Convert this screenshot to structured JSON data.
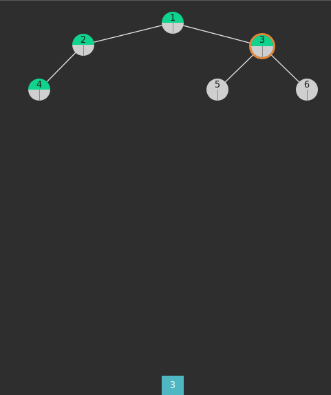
{
  "colors": {
    "background": "#2e2e2e",
    "node_marked": "#10d48e",
    "node_unmarked": "#cfcfcf",
    "edge": "#e6e6e6",
    "highlight_ring": "#e2873a",
    "indicator": "#4fb7c2"
  },
  "tree": {
    "nodes": [
      {
        "id": "1",
        "label": "1",
        "marked": true,
        "highlighted": false
      },
      {
        "id": "2",
        "label": "2",
        "marked": true,
        "highlighted": false
      },
      {
        "id": "3",
        "label": "3",
        "marked": true,
        "highlighted": true
      },
      {
        "id": "4",
        "label": "4",
        "marked": true,
        "highlighted": false
      },
      {
        "id": "5",
        "label": "5",
        "marked": false,
        "highlighted": false
      },
      {
        "id": "6",
        "label": "6",
        "marked": false,
        "highlighted": false
      }
    ],
    "edges": [
      {
        "from": "1",
        "to": "2"
      },
      {
        "from": "1",
        "to": "3"
      },
      {
        "from": "2",
        "to": "4"
      },
      {
        "from": "3",
        "to": "5"
      },
      {
        "from": "3",
        "to": "6"
      }
    ]
  },
  "current": {
    "value": "3"
  }
}
